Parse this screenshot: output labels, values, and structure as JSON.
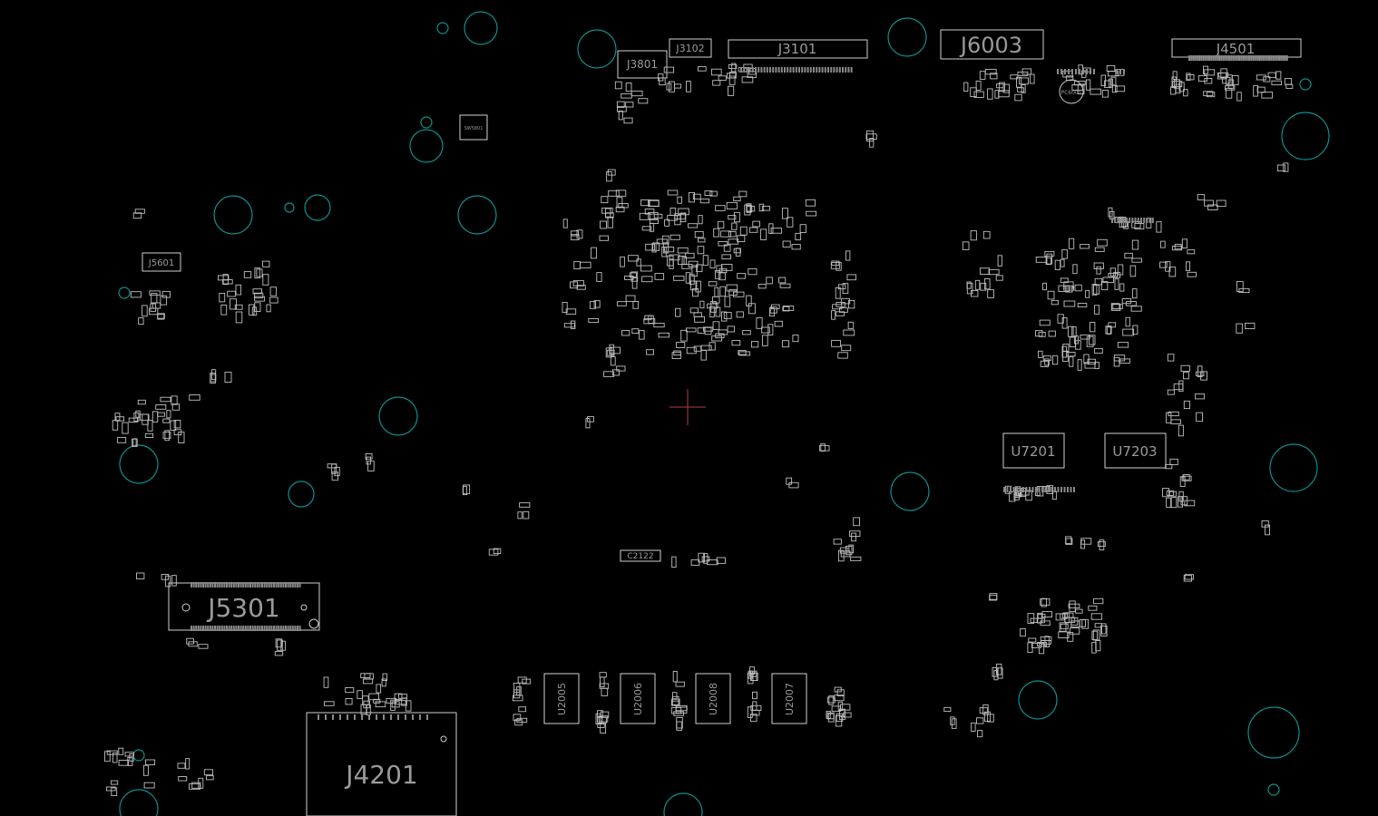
{
  "background_color": "#000000",
  "hole_color": "#0f8f8f",
  "outline_color": "#cfcfcf",
  "label_color": "#9a9a9a",
  "cursor_color": "#b04040",
  "labels": {
    "j6003": "J6003",
    "j4501": "J4501",
    "j3101": "J3101",
    "j3102": "J3102",
    "j3801": "J3801",
    "j5601": "J5601",
    "j5301": "J5301",
    "j4201": "J4201",
    "u7201": "U7201",
    "u7203": "U7203",
    "u2005": "U2005",
    "u2006": "U2006",
    "u2008": "U2008",
    "u2007": "U2007",
    "c2122": "C2122",
    "sw5801": "SW5801",
    "pc6001": "PC6001"
  }
}
